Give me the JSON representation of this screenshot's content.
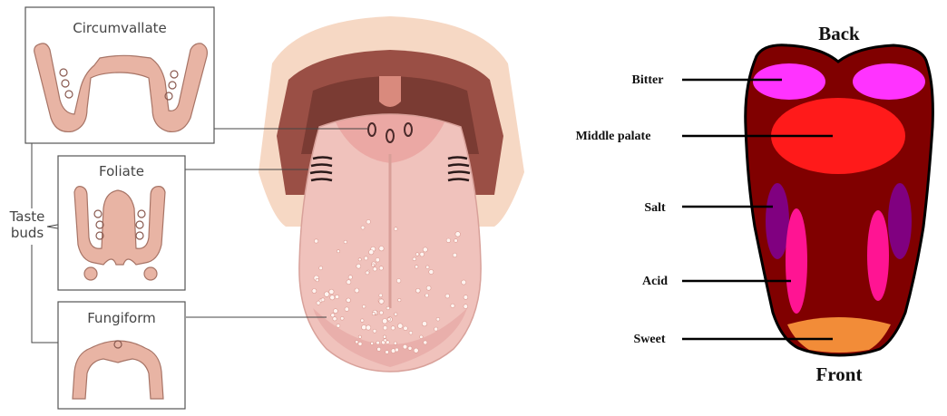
{
  "left_diagram": {
    "boxes": {
      "circumvallate": "Circumvallate",
      "foliate": "Foliate",
      "fungiform": "Fungiform"
    },
    "taste_buds_label": [
      "Taste",
      "buds"
    ],
    "colors": {
      "papilla_fill": "#e8b4a4",
      "papilla_stroke": "#a77466",
      "box_border": "#555555",
      "tongue_fill": "#f0c2bc",
      "mouth_dark": "#9a4f45",
      "face_fill": "#f6d8c4"
    }
  },
  "right_diagram": {
    "labels": {
      "back": "Back",
      "front": "Front",
      "bitter": "Bitter",
      "middle_palate": "Middle palate",
      "salt": "Salt",
      "acid": "Acid",
      "sweet": "Sweet"
    },
    "colors": {
      "tongue": "#800000",
      "bitter_region": "#ff33ff",
      "middle_palate_region": "#ff1a1a",
      "salt_region": "#800080",
      "acid_region": "#ff1493",
      "sweet_region": "#f28c38"
    }
  }
}
